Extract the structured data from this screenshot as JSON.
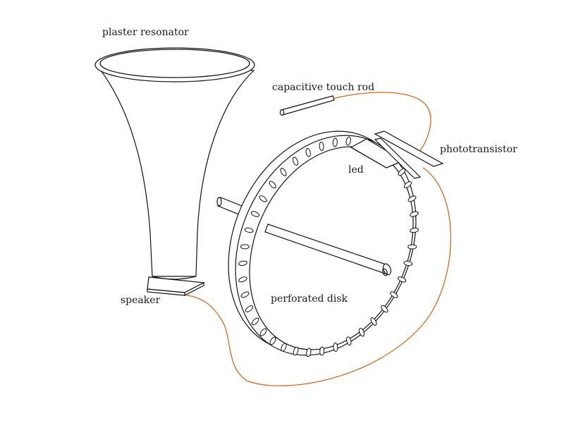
{
  "labels": {
    "resonator": "plaster resonator",
    "rod": "capacitive touch rod",
    "phototransistor": "phototransistor",
    "led": "led",
    "speaker": "speaker",
    "disk": "perforated disk"
  },
  "colors": {
    "wire": "#d2691e",
    "ink": "#111111",
    "background": "#ffffff"
  }
}
